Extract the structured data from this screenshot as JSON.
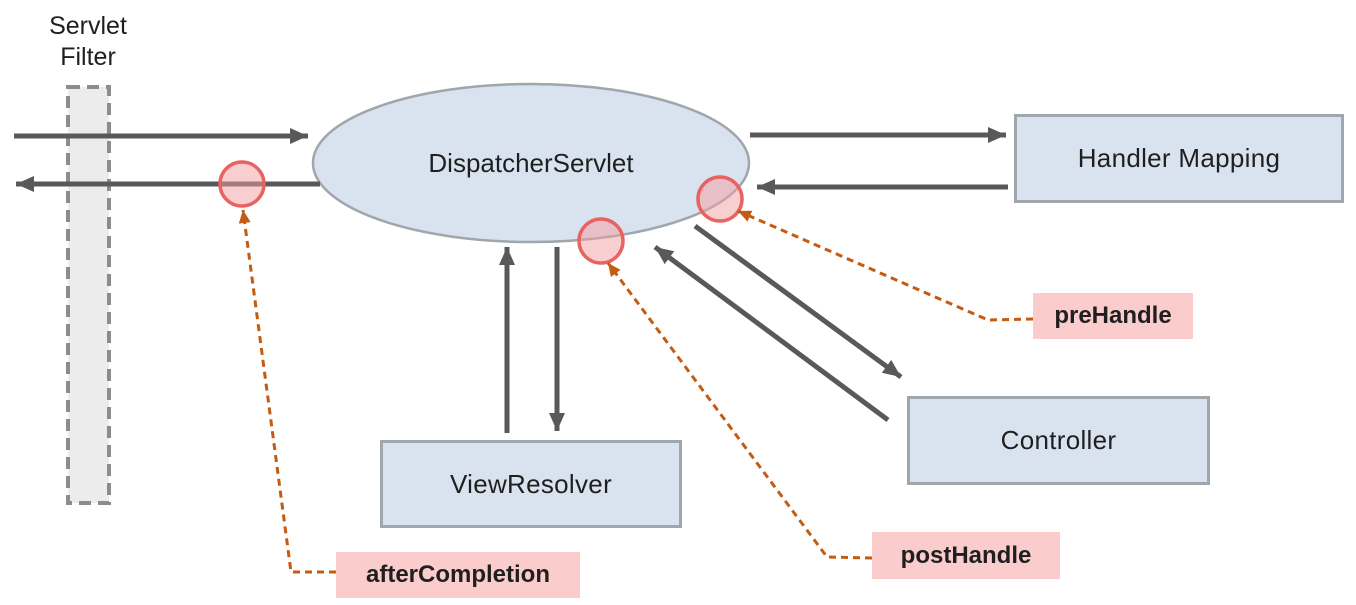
{
  "nodes": {
    "servlet_filter": {
      "line1": "Servlet",
      "line2": "Filter"
    },
    "dispatcher_servlet": {
      "label": "DispatcherServlet"
    },
    "handler_mapping": {
      "label": "Handler Mapping"
    },
    "controller": {
      "label": "Controller"
    },
    "view_resolver": {
      "label": "ViewResolver"
    }
  },
  "interceptor_labels": {
    "pre_handle": "preHandle",
    "post_handle": "postHandle",
    "after_completion": "afterCompletion"
  },
  "colors": {
    "node_fill": "#d9e3ef",
    "node_border": "#9fa6ac",
    "arrow": "#595959",
    "label_fill": "#fbcccc",
    "circle_stroke": "#e96262",
    "circle_fill": "#f39d9d",
    "connector": "#c55a11",
    "filter_fill": "#ececec",
    "filter_border": "#8c8c8c",
    "text": "#1f1f1f"
  }
}
